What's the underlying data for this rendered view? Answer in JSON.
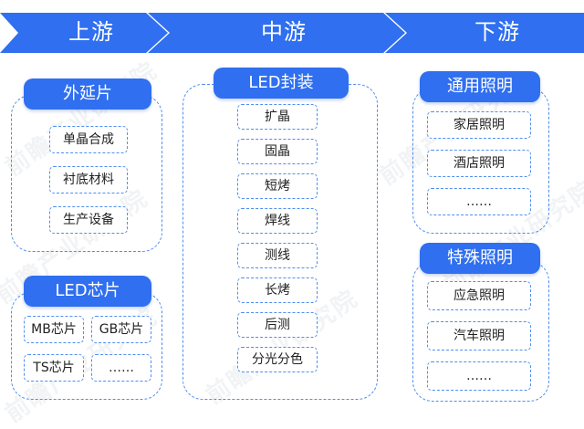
{
  "stages": {
    "upstream": "上游",
    "midstream": "中游",
    "downstream": "下游"
  },
  "upstream": {
    "epitaxy": {
      "title": "外延片",
      "items": [
        "单晶合成",
        "衬底材料",
        "生产设备"
      ]
    },
    "chip": {
      "title": "LED芯片",
      "items": [
        "MB芯片",
        "GB芯片",
        "TS芯片",
        "……"
      ]
    }
  },
  "midstream": {
    "packaging": {
      "title": "LED封装",
      "items": [
        "扩晶",
        "固晶",
        "短烤",
        "焊线",
        "测线",
        "长烤",
        "后测",
        "分光分色"
      ]
    }
  },
  "downstream": {
    "general": {
      "title": "通用照明",
      "items": [
        "家居照明",
        "酒店照明",
        "……"
      ]
    },
    "special": {
      "title": "特殊照明",
      "items": [
        "应急照明",
        "汽车照明",
        "……"
      ]
    }
  },
  "watermark": {
    "text": "前瞻产业研究院"
  },
  "colors": {
    "banner": "#2f6ff0",
    "pill": "#2f6ff0",
    "dashed_border": "#4f8ef0"
  }
}
